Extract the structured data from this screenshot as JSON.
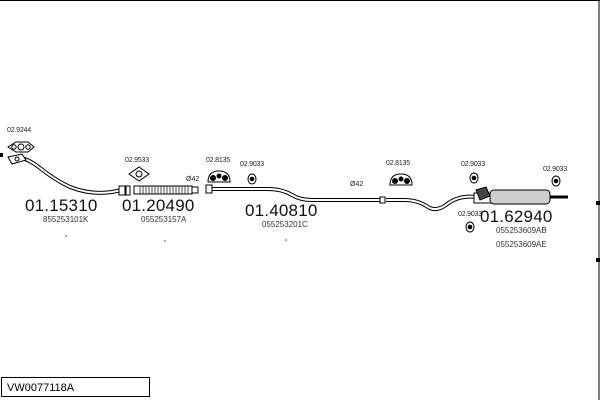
{
  "diagram_code": "VW0077118A",
  "parts": [
    {
      "number": "01.15310",
      "ref": "855253101K"
    },
    {
      "number": "01.20490",
      "ref": "055253157A"
    },
    {
      "number": "01.40810",
      "ref": "055253201C"
    },
    {
      "number": "01.62940",
      "refs": [
        "055253609AB",
        "055253609AE"
      ]
    }
  ],
  "fittings": [
    "02.9244",
    "02.9533",
    "02.8135",
    "02.9033",
    "02.8135",
    "02.9033",
    "02.9033",
    "02.9033"
  ],
  "diameter_labels": [
    "Ø42",
    "Ø42"
  ],
  "colors": {
    "line": "#000000",
    "part_fill": "#ffffff",
    "muffler_fill": "#cfcfcf"
  }
}
